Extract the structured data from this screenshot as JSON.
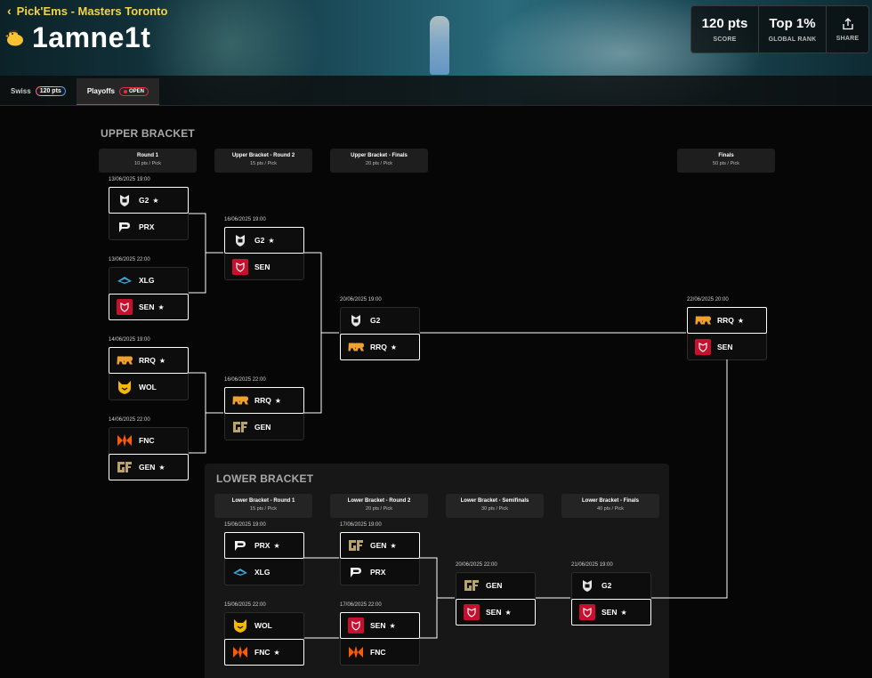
{
  "header": {
    "back_label": "Pick'Ems - Masters Toronto",
    "username": "1amne1t",
    "stats": [
      {
        "value": "120 pts",
        "label": "SCORE"
      },
      {
        "value": "Top 1%",
        "label": "GLOBAL RANK"
      },
      {
        "value": "",
        "label": "SHARE"
      }
    ],
    "tabs": [
      {
        "label": "Swiss",
        "badge": "120 pts"
      },
      {
        "label": "Playoffs",
        "badge": "OPEN"
      }
    ]
  },
  "sections": {
    "upper": "UPPER BRACKET",
    "lower": "LOWER BRACKET"
  },
  "rounds": [
    {
      "name": "Round 1",
      "pts": "10 pts / Pick"
    },
    {
      "name": "Upper Bracket - Round 2",
      "pts": "15 pts / Pick"
    },
    {
      "name": "Upper Bracket - Finals",
      "pts": "20 pts / Pick"
    },
    {
      "name": "Finals",
      "pts": "50 pts / Pick"
    },
    {
      "name": "Lower Bracket - Round 1",
      "pts": "15 pts / Pick"
    },
    {
      "name": "Lower Bracket - Round 2",
      "pts": "20 pts / Pick"
    },
    {
      "name": "Lower Bracket - Semifinals",
      "pts": "30 pts / Pick"
    },
    {
      "name": "Lower Bracket - Finals",
      "pts": "40 pts / Pick"
    }
  ],
  "matches": [
    {
      "date": "13/06/2025 19:00",
      "t1": "G2",
      "t2": "PRX",
      "pick": 1
    },
    {
      "date": "13/06/2025 22:00",
      "t1": "XLG",
      "t2": "SEN",
      "pick": 2
    },
    {
      "date": "14/06/2025 19:00",
      "t1": "RRQ",
      "t2": "WOL",
      "pick": 1
    },
    {
      "date": "14/06/2025 22:00",
      "t1": "FNC",
      "t2": "GEN",
      "pick": 2
    },
    {
      "date": "16/06/2025 19:00",
      "t1": "G2",
      "t2": "SEN",
      "pick": 1
    },
    {
      "date": "16/06/2025 22:00",
      "t1": "RRQ",
      "t2": "GEN",
      "pick": 1
    },
    {
      "date": "20/06/2025 19:00",
      "t1": "G2",
      "t2": "RRQ",
      "pick": 2
    },
    {
      "date": "22/06/2025 20:00",
      "t1": "RRQ",
      "t2": "SEN",
      "pick": 1
    },
    {
      "date": "15/06/2025 19:00",
      "t1": "PRX",
      "t2": "XLG",
      "pick": 1
    },
    {
      "date": "15/06/2025 22:00",
      "t1": "WOL",
      "t2": "FNC",
      "pick": 2
    },
    {
      "date": "17/06/2025 19:00",
      "t1": "GEN",
      "t2": "PRX",
      "pick": 1
    },
    {
      "date": "17/06/2025 22:00",
      "t1": "SEN",
      "t2": "FNC",
      "pick": 1
    },
    {
      "date": "20/06/2025 22:00",
      "t1": "GEN",
      "t2": "SEN",
      "pick": 2
    },
    {
      "date": "21/06/2025 19:00",
      "t1": "G2",
      "t2": "SEN",
      "pick": 2
    }
  ],
  "colors": {
    "accent_yellow": "#f3d34a",
    "open_red": "#e0313f",
    "sen_red": "#c8102e",
    "rrq_orange": "#f0a030",
    "wol_yellow": "#f5b800",
    "fnc_orange": "#ff5a00",
    "gen_gold": "#b8a36a",
    "xlg_blue": "#3fa6d8"
  }
}
